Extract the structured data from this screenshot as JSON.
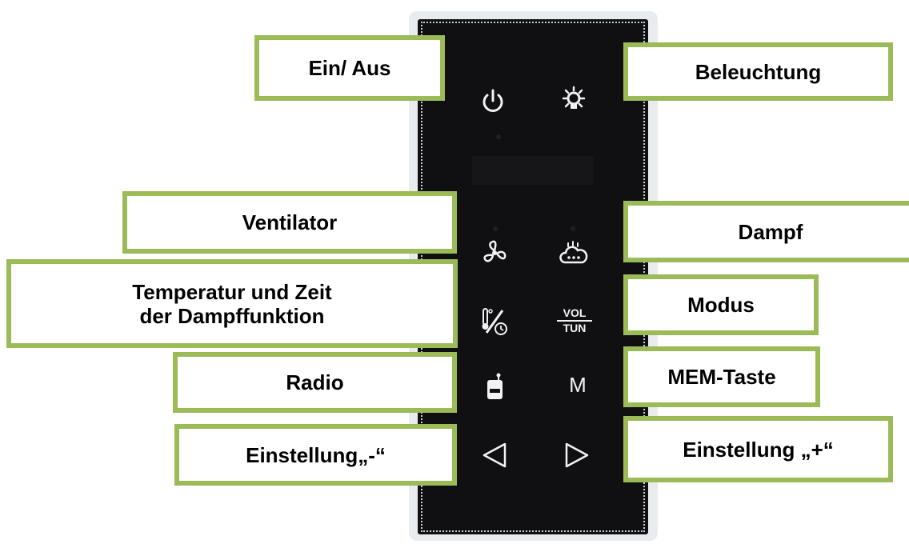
{
  "labels": {
    "power": "Ein/ Aus",
    "lighting": "Beleuchtung",
    "fan": "Ventilator",
    "steam": "Dampf",
    "temp_time_line1": "Temperatur und Zeit",
    "temp_time_line2": "der Dampffunktion",
    "mode": "Modus",
    "radio": "Radio",
    "mem": "MEM-Taste",
    "minus": "Einstellung„-“",
    "plus": "Einstellung „+“"
  },
  "panel": {
    "vol_top": "VOL",
    "vol_bottom": "TUN",
    "mem_key": "M"
  },
  "colors": {
    "callout_border": "#9bbb59",
    "panel": "#101012",
    "icon": "#f2f2f2"
  },
  "icons": [
    "power-icon",
    "lightbulb-icon",
    "fan-icon",
    "steam-cloud-icon",
    "thermometer-timer-icon",
    "radio-icon",
    "arrow-left-icon",
    "arrow-right-icon"
  ]
}
